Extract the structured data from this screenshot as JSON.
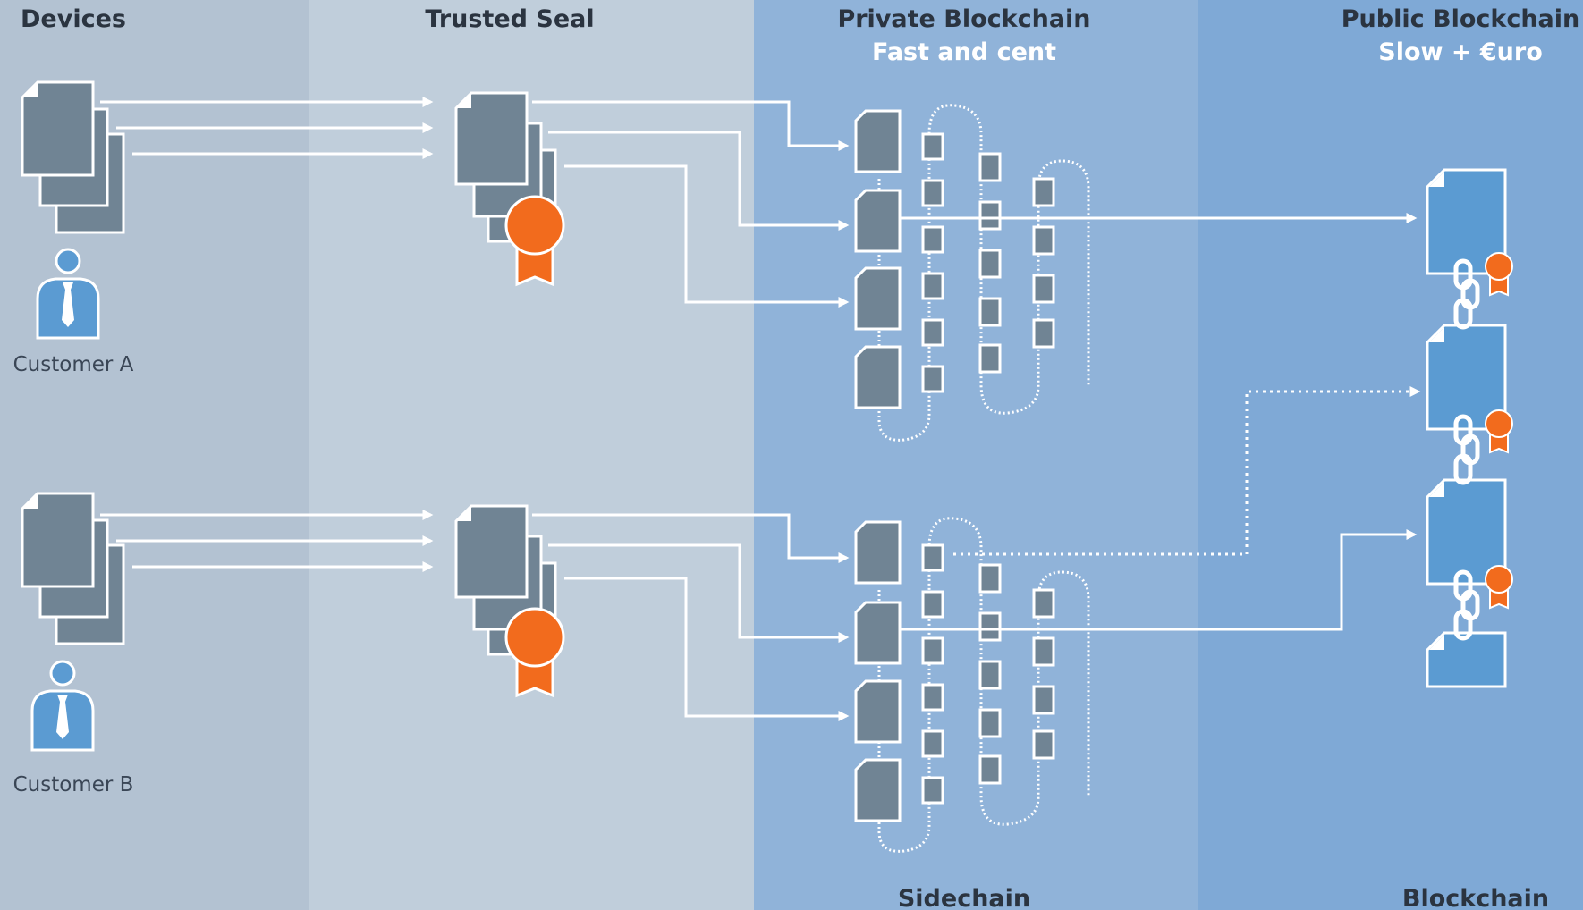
{
  "lanes": {
    "devices": {
      "title": "Devices",
      "color": "#b3c2d2"
    },
    "trusted_seal": {
      "title": "Trusted Seal",
      "color": "#c0cedb"
    },
    "private_blockchain": {
      "title": "Private Blockchain",
      "subtitle": "Fast and cent",
      "footer": "Sidechain",
      "color": "#90b3d9"
    },
    "public_blockchain": {
      "title": "Public Blockchain",
      "subtitle": "Slow + €uro",
      "footer": "Blockchain",
      "color": "#7fa9d6"
    }
  },
  "customers": [
    {
      "label": "Customer A"
    },
    {
      "label": "Customer B"
    }
  ],
  "colors": {
    "seal_orange": "#f26b1d",
    "person_blue": "#5b9bd2",
    "document_gray": "#708494",
    "public_doc_blue": "#5b9bd2",
    "connector": "#ffffff"
  },
  "icons": [
    "document-stack-icon",
    "person-icon",
    "seal-ribbon-icon",
    "chain-link-icon"
  ]
}
